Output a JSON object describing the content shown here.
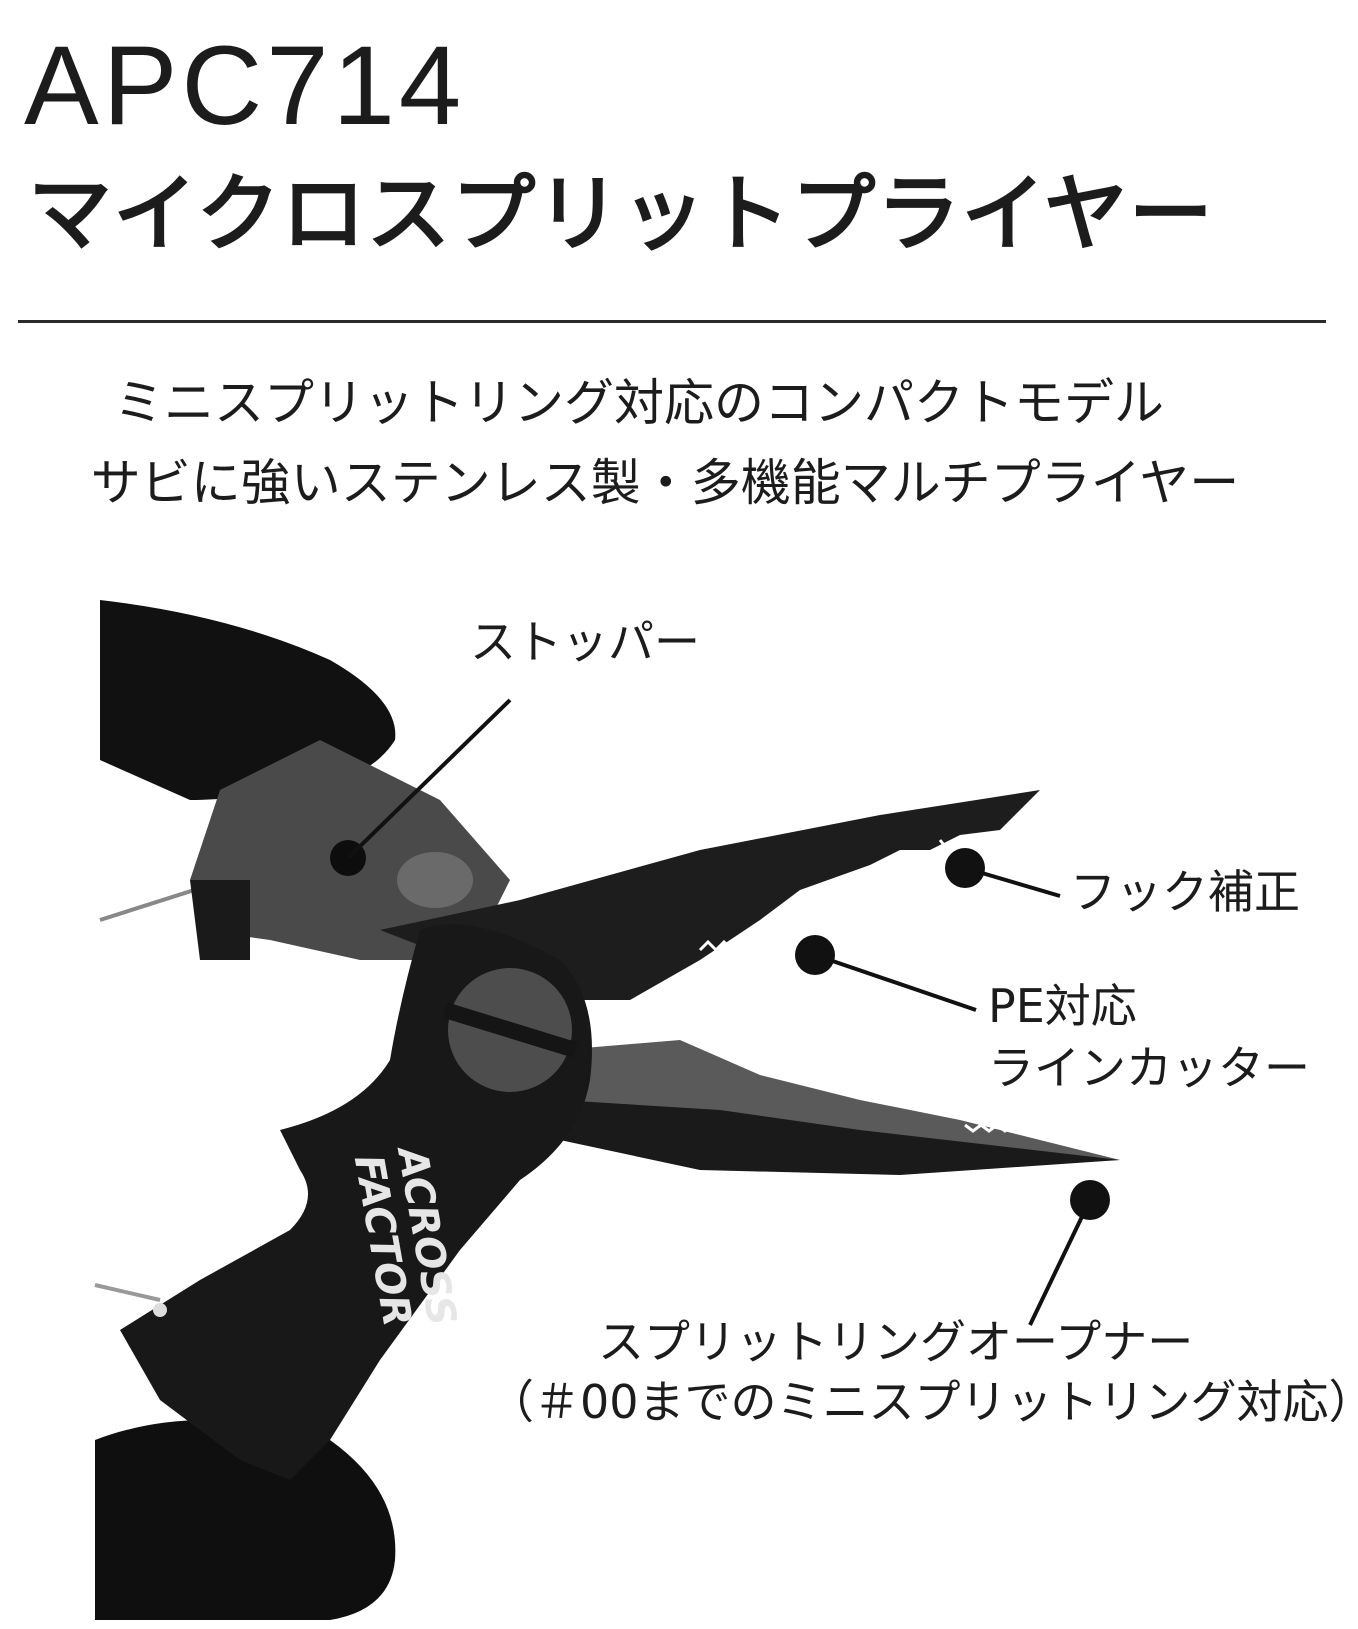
{
  "header": {
    "model_number": "APC714",
    "product_name": "マイクロスプリットプライヤー"
  },
  "description": {
    "line1": "ミニスプリットリング対応のコンパクトモデル",
    "line2": "サビに強いステンレス製・多機能マルチプライヤー"
  },
  "callouts": {
    "stopper": "ストッパー",
    "hook_correction": "フック補正",
    "pe_cutter_line1": "PE対応",
    "pe_cutter_line2": "ラインカッター",
    "split_ring_opener_line1": "スプリットリングオープナー",
    "split_ring_opener_line2": "（＃00までのミニスプリットリング対応）"
  },
  "product_logo": "ACROSS FACTOR",
  "colors": {
    "text": "#1c1c1c",
    "tool_dark": "#111111",
    "tool_gray": "#555555",
    "background": "#ffffff"
  }
}
